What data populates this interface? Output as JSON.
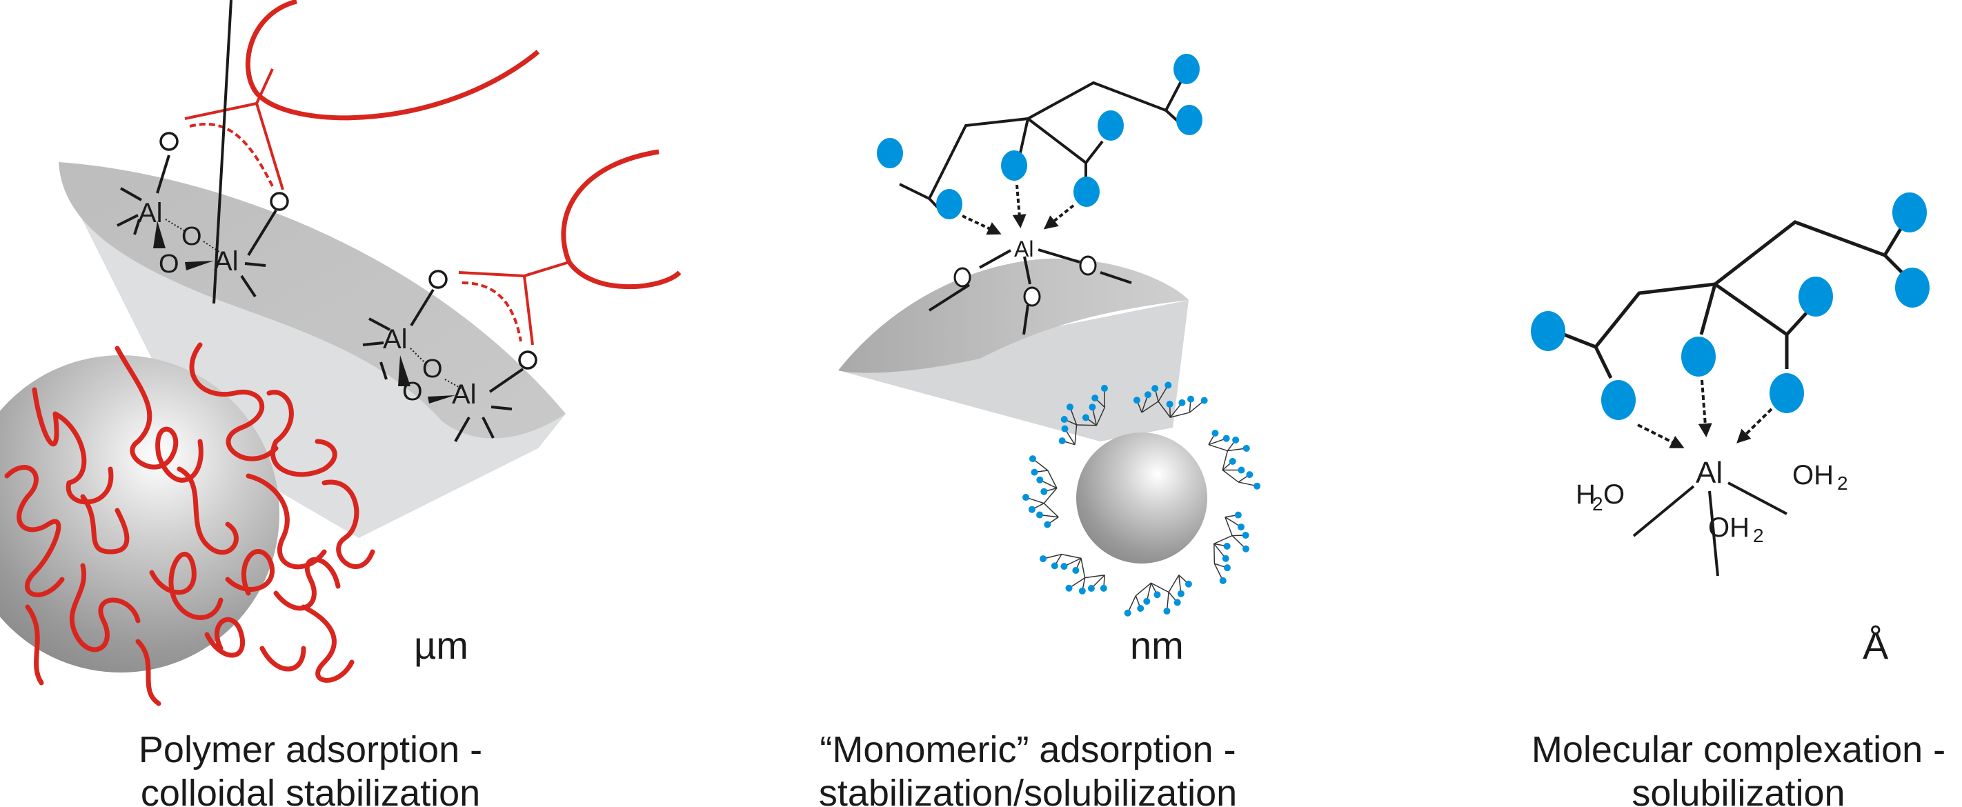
{
  "figure": {
    "colors": {
      "polymer_red": "#d8261f",
      "ligand_blue": "#0093dd",
      "bond_black": "#1a1a1a",
      "surface_gray": "#c2c2c2",
      "surface_light": "#dedfe0"
    },
    "panels": [
      {
        "id": "polymer",
        "scale_label": "µm",
        "caption_line1": "Polymer adsorption -",
        "caption_line2": "colloidal stabilization",
        "atoms": {
          "al": "Al",
          "o": "O"
        }
      },
      {
        "id": "monomeric",
        "scale_label": "nm",
        "caption_line1": "“Monomeric” adsorption  -",
        "caption_line2": "stabilization/solubilization",
        "atoms": {
          "al": "Al",
          "o": "O"
        }
      },
      {
        "id": "molecular",
        "scale_label": "Å",
        "caption_line1": "Molecular complexation -",
        "caption_line2": "solubilization",
        "atoms": {
          "al": "Al",
          "h2o": "H",
          "h2o_sub": "2",
          "h2o_o": "O",
          "oh2": "OH",
          "oh2_sub": "2"
        }
      }
    ]
  }
}
